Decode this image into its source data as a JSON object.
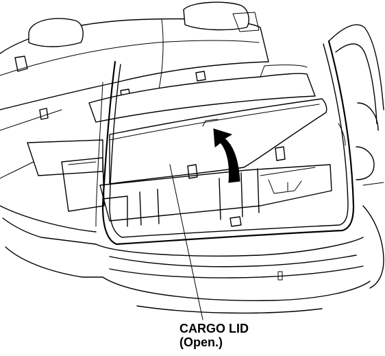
{
  "figure": {
    "callout": {
      "line1": "CARGO LID",
      "line2": "(Open.)"
    },
    "stroke_color": "#000000",
    "background_color": "#ffffff",
    "arrow_meaning": "lift-direction"
  }
}
